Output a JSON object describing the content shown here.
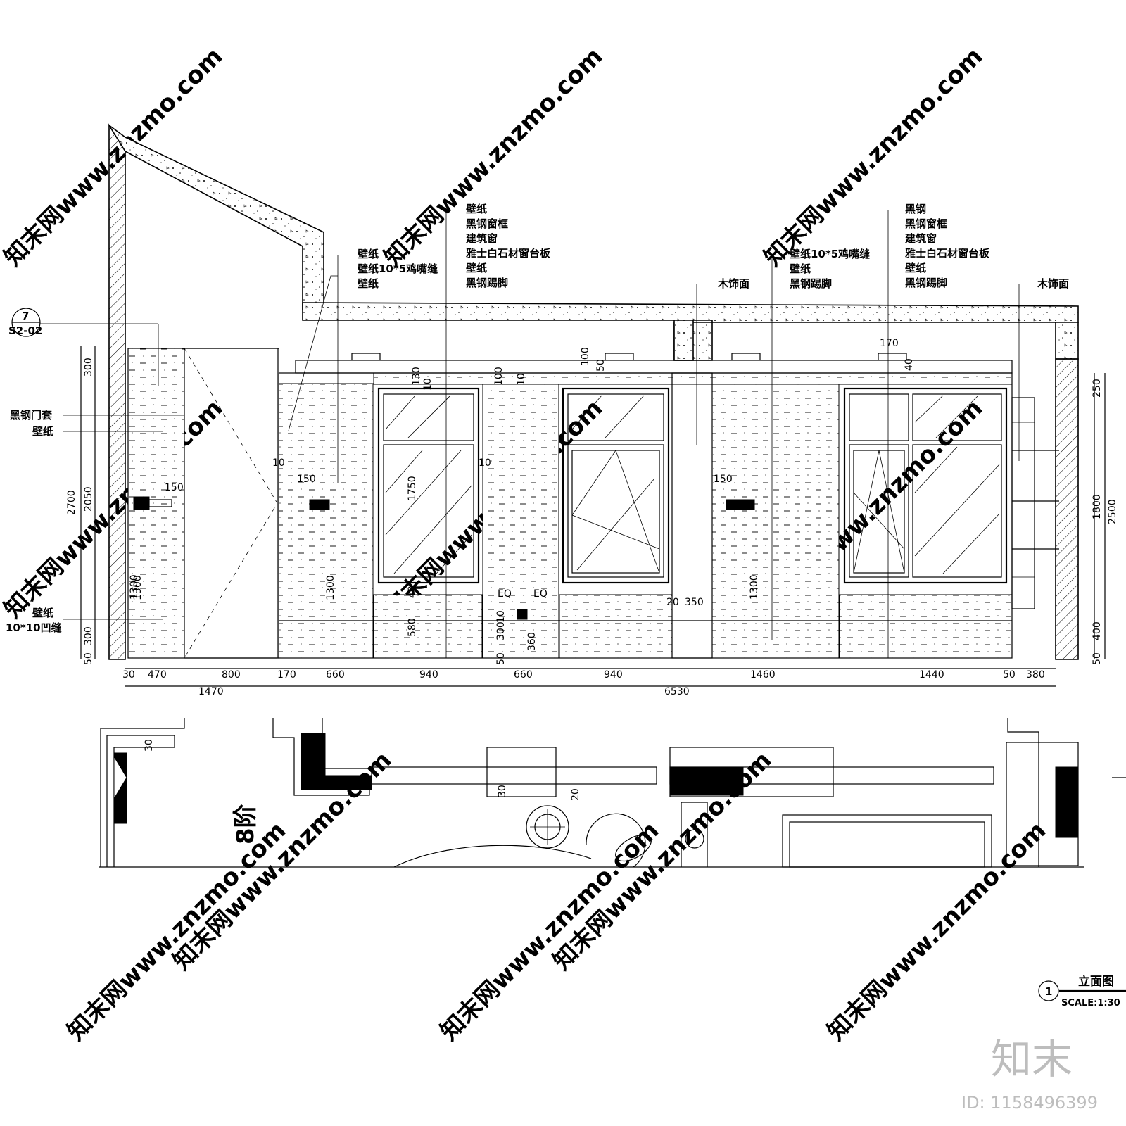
{
  "watermark": {
    "text": "知末网www.znzmo.com",
    "brand": "知末",
    "id_label": "ID: 1158496399"
  },
  "section_marker": {
    "number": "7",
    "sheet": "S2-02"
  },
  "title_block": {
    "number": "1",
    "title": "立面图",
    "scale": "SCALE:1:30"
  },
  "stair_label": "8阶",
  "callouts": {
    "left": [
      {
        "text": "黑钢门套"
      },
      {
        "text": "壁纸"
      },
      {
        "text": "壁纸"
      },
      {
        "text": "10*10凹缝"
      }
    ],
    "group_a": [
      "壁纸",
      "壁纸10*5鸡嘴缝",
      "壁纸"
    ],
    "group_b": [
      "壁纸",
      "黑钢窗框",
      "建筑窗",
      "雅士白石材窗台板",
      "壁纸",
      "黑钢踢脚"
    ],
    "group_c": [
      "木饰面"
    ],
    "group_d": [
      "壁纸10*5鸡嘴缝",
      "壁纸",
      "黑钢踢脚"
    ],
    "group_e": [
      "黑钢",
      "黑钢窗框",
      "建筑窗",
      "雅士白石材窗台板",
      "壁纸",
      "黑钢踢脚"
    ],
    "group_f": [
      "木饰面"
    ]
  },
  "dims_bottom_row1": [
    "30",
    "470",
    "800",
    "170",
    "660",
    "940",
    "660",
    "940",
    "1460",
    "1440",
    "50",
    "380"
  ],
  "dims_bottom_row2": [
    "1470",
    "6530"
  ],
  "dims_left": [
    "300",
    "2050",
    "2700",
    "1300",
    "300",
    "50"
  ],
  "dims_right": [
    "250",
    "1800",
    "2500",
    "400",
    "50"
  ],
  "dims_inner": [
    "150",
    "10",
    "1300",
    "150",
    "1300",
    "130",
    "10",
    "1750",
    "40",
    "580",
    "100",
    "10",
    "10",
    "EQ",
    "EQ",
    "300",
    "10",
    "50",
    "360",
    "100",
    "50",
    "20",
    "350",
    "150",
    "1300",
    "170",
    "40",
    "30",
    "30",
    "20"
  ]
}
